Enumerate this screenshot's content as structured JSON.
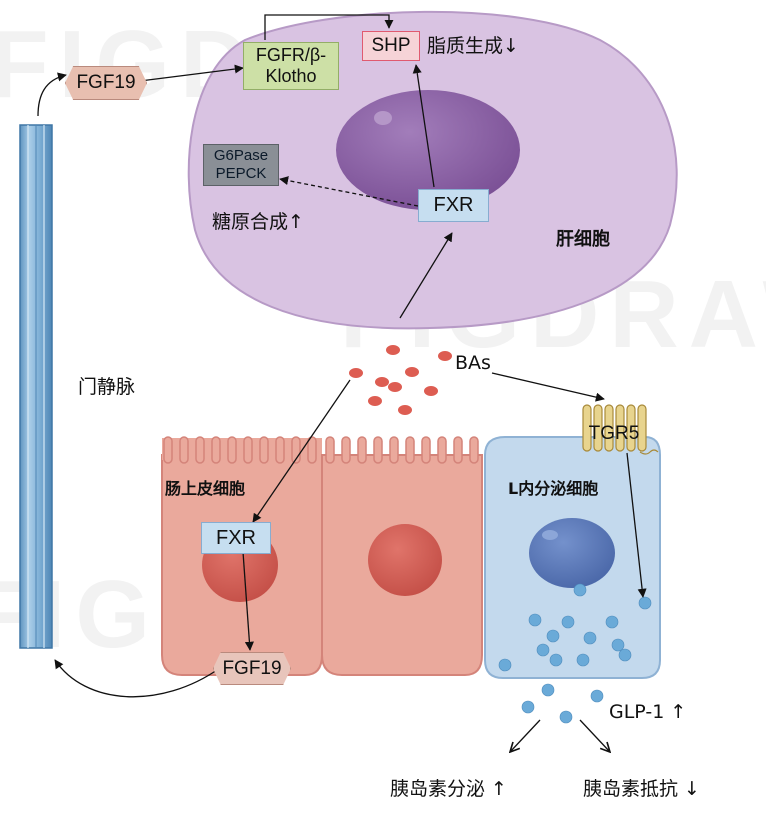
{
  "labels": {
    "fgf19_top": "FGF19",
    "fgfr_line1": "FGFR/β-",
    "fgfr_line2": "Klotho",
    "shp": "SHP",
    "lipid": "脂质生成↓",
    "g6pase": "G6Pase",
    "pepck": "PEPCK",
    "fxr_liver": "FXR",
    "glycogen": "糖原合成↑",
    "hepatocyte": "肝细胞",
    "portal_vein": "门静脉",
    "bas": "BAs",
    "tgr5": "TGR5",
    "enterocyte": "肠上皮细胞",
    "l_cell": "L内分泌细胞",
    "fxr_gut": "FXR",
    "fgf19_bottom": "FGF19",
    "glp1": "GLP-1 ↑",
    "insulin_secretion": "胰岛素分泌 ↑",
    "insulin_resistance": "胰岛素抵抗 ↓"
  },
  "watermark": "FIGDRAW",
  "colors": {
    "hepatocyte_fill": "#d7c2e0",
    "nucleus_liver": "#8f64a8",
    "vein": "#7fb0d6",
    "enterocyte": "#e9a79a",
    "enterocyte_nucleus": "#d4625a",
    "l_cell": "#c2d8ec",
    "l_nucleus": "#5b78b8",
    "bile_acid_dot": "#dd5d52",
    "glp1_dot": "#6aaad8",
    "shp_border": "#e05a70",
    "fgfr_fill": "#cde0a6"
  }
}
